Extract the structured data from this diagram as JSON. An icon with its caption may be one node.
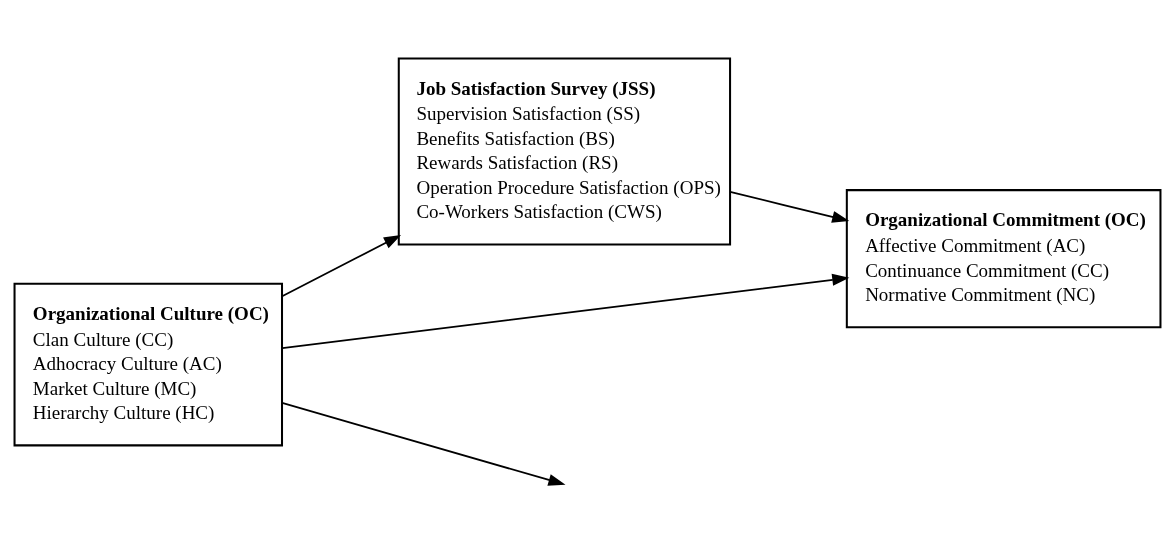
{
  "diagram": {
    "nodes": [
      {
        "text": [
          "Organizational Culture (OC)",
          "Clan Culture (CC)",
          "Adhocracy Culture (AC)",
          "Market Culture (MC)",
          "Hierarchy Culture (HC)"
        ]
      },
      {
        "text": [
          "Job Satisfaction Survey (JSS)",
          "Supervision Satisfaction (SS)",
          "Benefits Satisfaction (BS)",
          "Rewards Satisfaction (RS)",
          "Operation Procedure Satisfaction (OPS)",
          "Co-Workers Satisfaction (CWS)"
        ]
      },
      {
        "text": [
          "Organizational Commitment (OC)",
          "Affective Commitment (AC)",
          "Continuance Commitment (CC)",
          "Normative Commitment (NC)"
        ]
      }
    ],
    "edges": [
      {
        "from": 0,
        "to": 1,
        "arrow": "to"
      },
      {
        "from": 0,
        "to": null,
        "arrow": "to"
      },
      {
        "from": 1,
        "to": 2,
        "arrow": "to"
      },
      {
        "from": 0,
        "to": 2,
        "arrow": "to"
      }
    ]
  }
}
